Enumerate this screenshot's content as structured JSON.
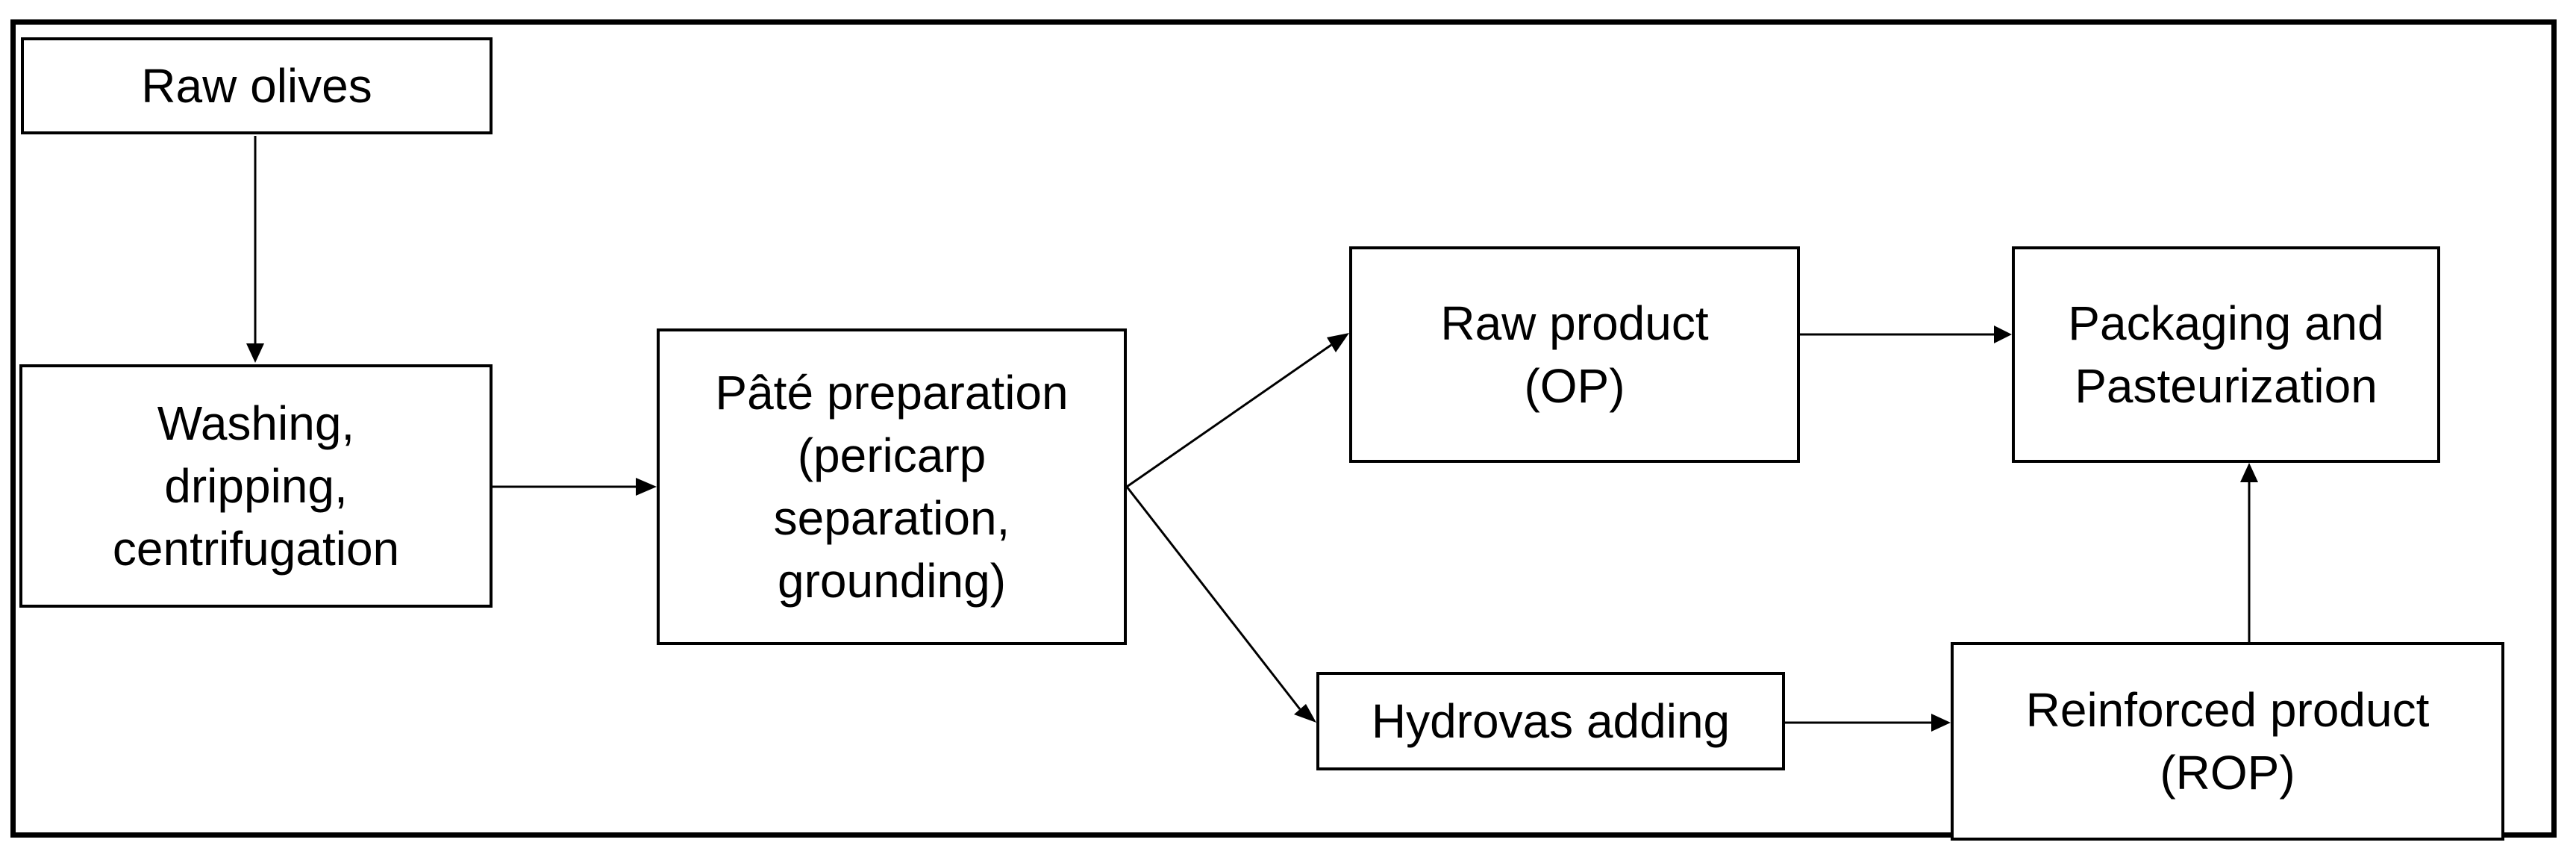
{
  "diagram": {
    "nodes": [
      {
        "id": "raw-olives",
        "label": "Raw olives"
      },
      {
        "id": "washing",
        "label": "Washing,\ndripping,\ncentrifugation"
      },
      {
        "id": "pate",
        "label": "Pâté preparation\n(pericarp\nseparation,\ngrounding)"
      },
      {
        "id": "raw-product",
        "label": "Raw product\n(OP)"
      },
      {
        "id": "hydrovas",
        "label": "Hydrovas adding"
      },
      {
        "id": "packaging",
        "label": "Packaging and\nPasteurization"
      },
      {
        "id": "reinforced",
        "label": "Reinforced product\n(ROP)"
      }
    ],
    "edges": [
      {
        "from": "raw-olives",
        "to": "washing"
      },
      {
        "from": "washing",
        "to": "pate"
      },
      {
        "from": "pate",
        "to": "raw-product"
      },
      {
        "from": "pate",
        "to": "hydrovas"
      },
      {
        "from": "raw-product",
        "to": "packaging"
      },
      {
        "from": "hydrovas",
        "to": "reinforced"
      },
      {
        "from": "reinforced",
        "to": "packaging"
      }
    ],
    "colors": {
      "line": "#000000",
      "box_fill": "#ffffff"
    }
  }
}
